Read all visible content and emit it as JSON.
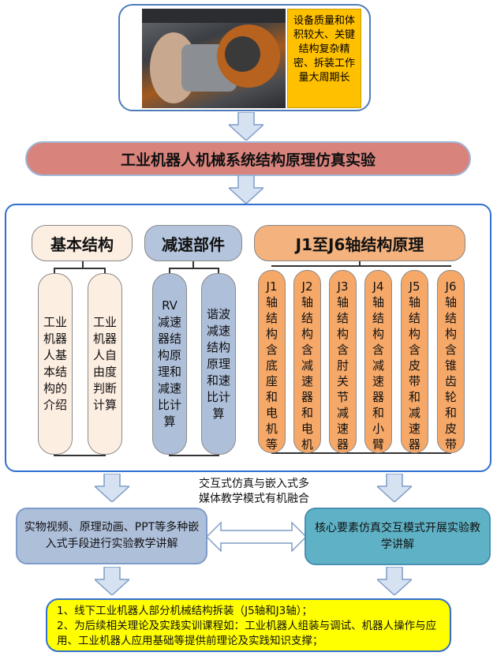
{
  "top_note": "设备质量和体积较大、关键结构复杂精密、拆装工作量大周期长",
  "title": "工业机器人机械系统结构原理仿真实验",
  "groups": {
    "basic": {
      "header": "基本结构",
      "items": [
        "工业机器人基本结构的介绍",
        "工业机器人自由度判断计算"
      ]
    },
    "reducer": {
      "header": "减速部件",
      "items": [
        "RV减速器结构原理和减速比计算",
        "谐波减速结构原理和速比计算"
      ]
    },
    "axes": {
      "header": "J1至J6轴结构原理",
      "items": [
        "J1轴结构含底座和电机等",
        "J2轴结构含减速器和电机",
        "J3轴结构含肘关节减速器",
        "J4轴结构含减速器和小臂",
        "J5轴结构含皮带和减速器",
        "J6轴结构含锥齿轮和皮带"
      ]
    }
  },
  "middle": {
    "center_text": "交互式仿真与嵌入式多媒体教学模式有机融合",
    "left": "实物视频、原理动画、PPT等多种嵌入式手段进行实验教学讲解",
    "right": "核心要素仿真交互模式开展实验教学讲解"
  },
  "bottom": "1、线下工业机器人部分机械结构拆装（J5轴和J3轴）；\n2、为后续相关理论及实践实训课程如：工业机器人组装与调试、机器人操作与应用、工业机器人应用基础等提供前理论及实践知识支撑；",
  "colors": {
    "frame_blue": "#2f6fcf",
    "title_fill": "#d9837d",
    "basic_fill": "#fdeee2",
    "reducer_fill": "#aebfda",
    "axis_fill": "#f6a868",
    "note_yellow": "#ffc000",
    "bottom_yellow": "#ffff00",
    "right_fill": "#5fb2c6"
  }
}
